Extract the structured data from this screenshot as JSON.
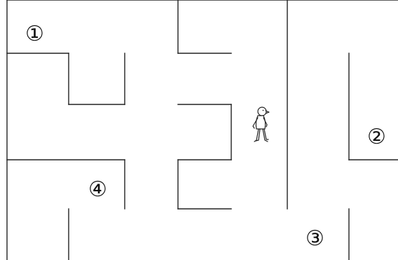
{
  "diagram": {
    "type": "maze",
    "markers": [
      {
        "id": "marker-1",
        "label": "①"
      },
      {
        "id": "marker-2",
        "label": "②"
      },
      {
        "id": "marker-3",
        "label": "③"
      },
      {
        "id": "marker-4",
        "label": "④"
      }
    ],
    "figure": {
      "icon": "walking-person-icon"
    },
    "colors": {
      "wall": "#222222",
      "background": "#ffffff"
    }
  }
}
